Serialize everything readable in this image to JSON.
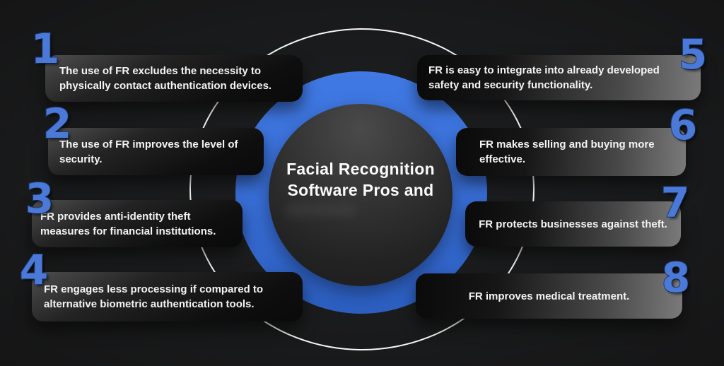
{
  "infographic": {
    "title_line1": "Facial Recognition",
    "title_line2": "Software Pros and",
    "items": [
      {
        "number": "1",
        "text": "The use of FR excludes the necessity to physically contact authentication devices."
      },
      {
        "number": "2",
        "text": "The use of FR improves the level of security."
      },
      {
        "number": "3",
        "text": "FR provides anti-identity theft measures for financial institutions."
      },
      {
        "number": "4",
        "text": "FR engages less processing if compared to alternative biometric authentication tools."
      },
      {
        "number": "5",
        "text": "FR is easy to integrate into already developed safety and security functionality."
      },
      {
        "number": "6",
        "text": "FR makes selling and buying more effective."
      },
      {
        "number": "7",
        "text": "FR protects businesses against theft."
      },
      {
        "number": "8",
        "text": "FR improves medical treatment."
      }
    ],
    "colors": {
      "background": "#1a1b1c",
      "accent_blue": "#3a70d8",
      "number_blue": "#4b79d7",
      "ring_white": "#ffffff",
      "box_text": "#f4f4f4",
      "center_circle": "#2b2b2b"
    }
  }
}
